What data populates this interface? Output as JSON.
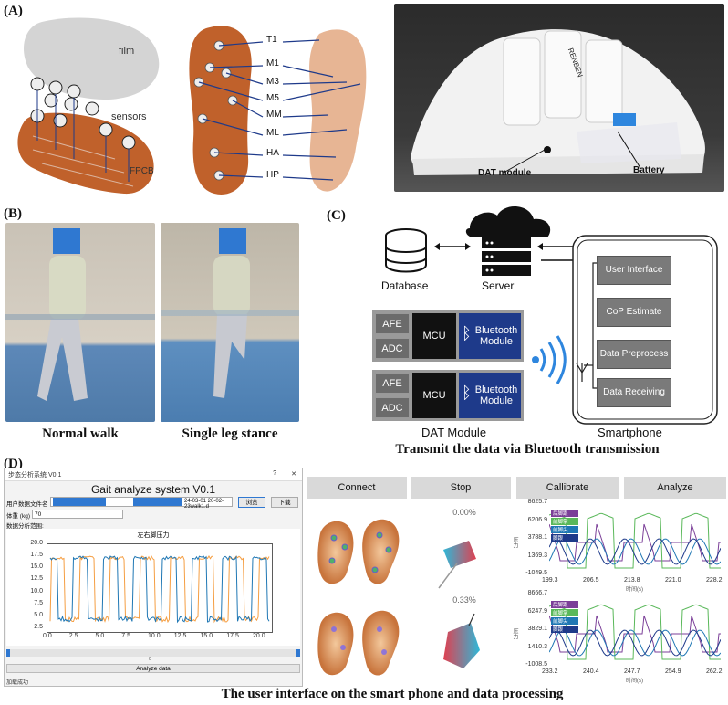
{
  "panels": {
    "a": {
      "label": "(A)"
    },
    "b": {
      "label": "(B)"
    },
    "c": {
      "label": "(C)"
    },
    "d": {
      "label": "(D)"
    }
  },
  "insole": {
    "film": "film",
    "sensors": "sensors",
    "fpcb": "FPCB",
    "sensor_names": [
      "T1",
      "M1",
      "M3",
      "M5",
      "MM",
      "ML",
      "HA",
      "HP"
    ]
  },
  "shoe": {
    "brand": "RENBEN",
    "dat_module": "DAT module",
    "battery": "Battery"
  },
  "photos": {
    "normal_walk": "Normal walk",
    "single_leg": "Single leg stance"
  },
  "architecture": {
    "database": "Database",
    "server": "Server",
    "afe": "AFE",
    "adc": "ADC",
    "mcu": "MCU",
    "bluetooth": "Bluetooth Module",
    "dat_label": "DAT Module",
    "smartphone_label": "Smartphone",
    "phone_boxes": [
      "User Interface",
      "CoP Estimate",
      "Data Preprocess",
      "Data Receiving"
    ],
    "caption": "Transmit the data via Bluetooth transmission"
  },
  "desktop_app": {
    "window_title": "步态分析系统 V0.1",
    "window_controls": [
      "?",
      "✕"
    ],
    "heading": "Gait analyze system V0.1",
    "file_label": "用户数据文件名",
    "file_suffix": "24-03-01 20-02-23walk1.d",
    "open_btn": "浏览",
    "download_btn": "下载",
    "weight_label": "体重 (kg) :",
    "weight_value": "70",
    "range_label": "数据分析范围:",
    "plot_title": "左右脚压力",
    "y_ticks": [
      "20.0",
      "17.5",
      "15.0",
      "12.5",
      "10.0",
      "7.5",
      "5.0",
      "2.5"
    ],
    "x_ticks": [
      "0.0",
      "2.5",
      "5.0",
      "7.5",
      "10.0",
      "12.5",
      "15.0",
      "17.5",
      "20.0"
    ],
    "slider_mark": "0",
    "analyze_btn": "Analyze data",
    "status": "加载成功"
  },
  "phone_app": {
    "buttons": [
      "Connect",
      "Stop",
      "Callibrate",
      "Analyze"
    ],
    "pct_top": "0.00%",
    "pct_bottom": "0.33%",
    "chart1_yticks": [
      "8625.7",
      "6206.9",
      "3788.1",
      "1369.3",
      "-1049.5"
    ],
    "chart1_xticks": [
      "199.3",
      "206.5",
      "213.8",
      "221.0",
      "228.2"
    ],
    "chart2_yticks": [
      "8666.7",
      "6247.9",
      "3829.1",
      "1410.3",
      "-1008.5"
    ],
    "chart2_xticks": [
      "233.2",
      "240.4",
      "247.7",
      "254.9",
      "262.2"
    ],
    "xlabel": "时间(s)",
    "ylabel": "压力",
    "legend": [
      "后脚跟",
      "前脚掌",
      "前脚尖",
      "脚跟"
    ],
    "caption": "The user interface on the smart phone and data processing"
  },
  "colors": {
    "orange": "#f59e42",
    "blue": "#1f77b4",
    "purple": "#7b3f98",
    "green": "#5ab85a",
    "dblue": "#1e3a8a"
  }
}
